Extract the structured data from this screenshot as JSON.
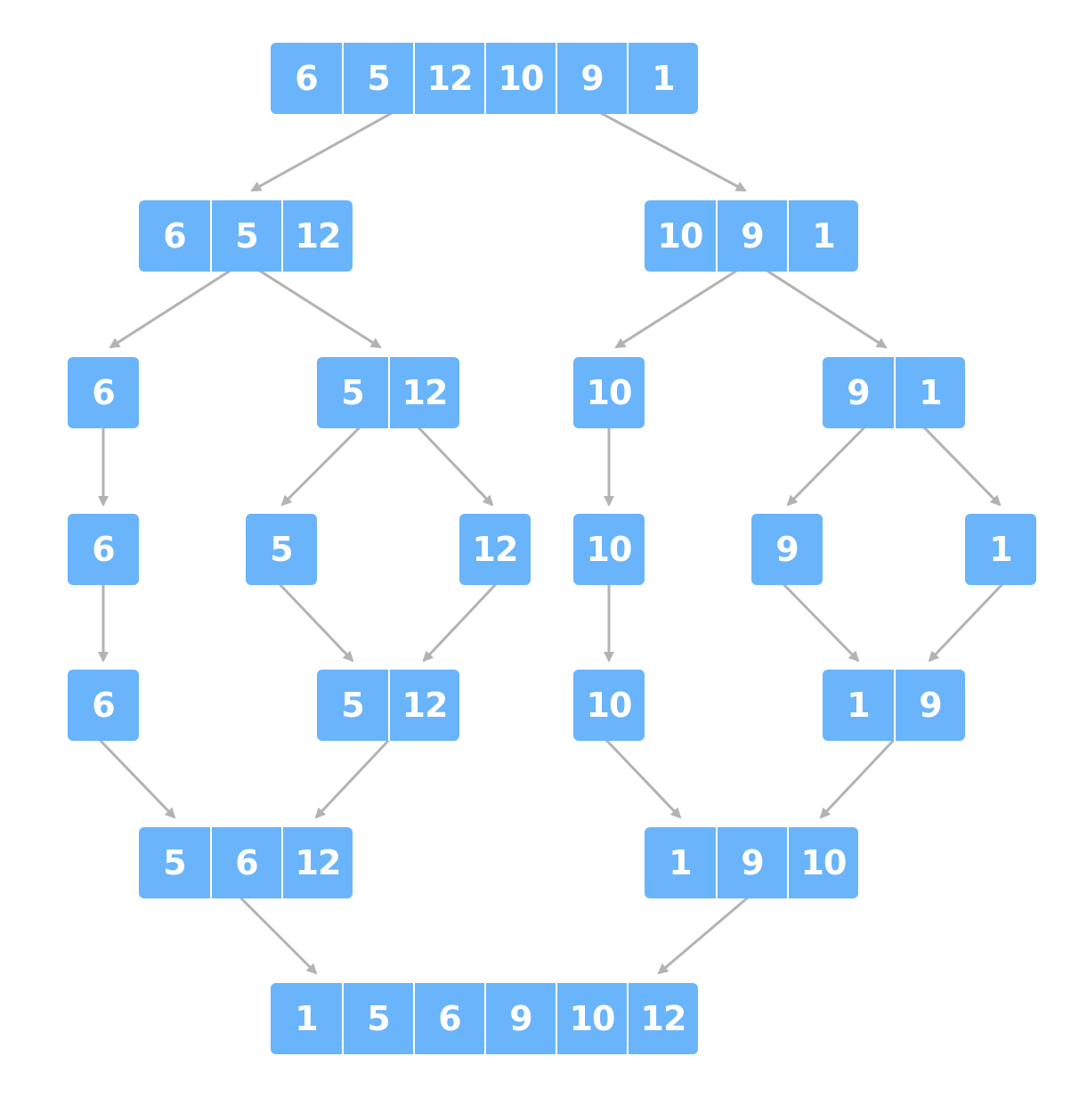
{
  "nodes": {
    "root": [
      "6",
      "5",
      "12",
      "10",
      "9",
      "1"
    ],
    "left_half": [
      "6",
      "5",
      "12"
    ],
    "right_half": [
      "10",
      "9",
      "1"
    ],
    "left_a": [
      "6"
    ],
    "left_b": [
      "5",
      "12"
    ],
    "right_a": [
      "10"
    ],
    "right_b": [
      "9",
      "1"
    ],
    "left_a_split": [
      "6"
    ],
    "left_b_split_1": [
      "5"
    ],
    "left_b_split_2": [
      "12"
    ],
    "right_a_split": [
      "10"
    ],
    "right_b_split_1": [
      "9"
    ],
    "right_b_split_2": [
      "1"
    ],
    "left_a_merged": [
      "6"
    ],
    "left_b_merged": [
      "5",
      "12"
    ],
    "right_a_merged": [
      "10"
    ],
    "right_b_merged": [
      "1",
      "9"
    ],
    "left_sorted": [
      "5",
      "6",
      "12"
    ],
    "right_sorted": [
      "1",
      "9",
      "10"
    ],
    "result": [
      "1",
      "5",
      "6",
      "9",
      "10",
      "12"
    ]
  },
  "colors": {
    "cell_fill": "#6ab4fb",
    "cell_text": "#ffffff",
    "arrow": "#b3b3b3"
  }
}
